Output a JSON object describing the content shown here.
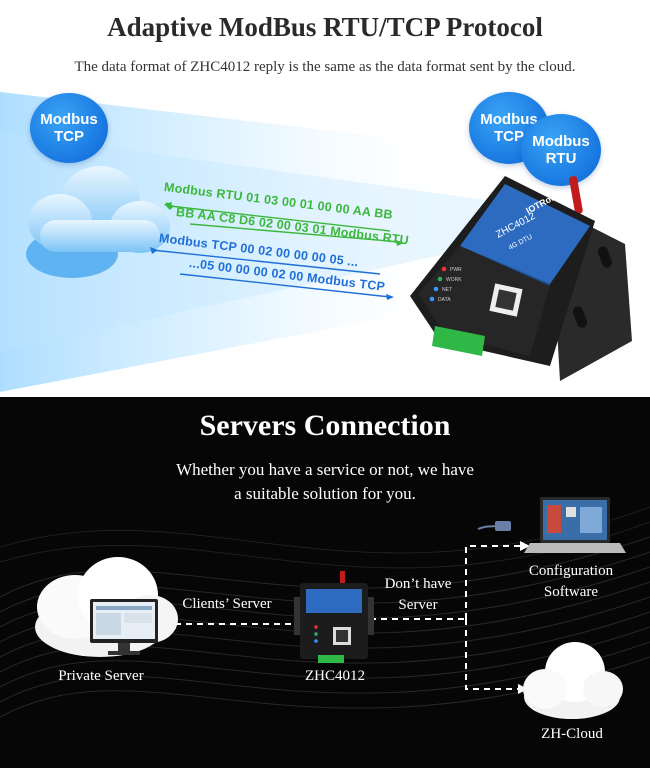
{
  "top": {
    "title": "Adaptive ModBus RTU/TCP Protocol",
    "subtitle": "The data format of ZHC4012 reply is the same as the data format sent by the cloud.",
    "bubble_left": {
      "line1": "Modbus",
      "line2": "TCP"
    },
    "bubble_right_a": {
      "line1": "Modbus",
      "line2": "TCP"
    },
    "bubble_right_b": {
      "line1": "Modbus",
      "line2": "RTU"
    },
    "rtu_send": "Modbus RTU 01 03 00 01 00 00 AA BB",
    "rtu_reply": "BB AA C8  D6 02 00 03 01 Modbus RTU",
    "tcp_send": "Modbus TCP 00 02 00 00 00 05 ...",
    "tcp_reply": "...05 00 00 00 02 00 Modbus TCP",
    "device": {
      "brand": "IOTRouter",
      "model": "ZHC4012",
      "type": "4G DTU",
      "leds": [
        "PWR",
        "WORK",
        "NET",
        "DATA"
      ]
    }
  },
  "bottom": {
    "title": "Servers Connection",
    "subtitle_line1": "Whether you have a service or not, we have",
    "subtitle_line2": "a suitable solution for you.",
    "private_server": "Private Server",
    "clients_server": "Clients’ Server",
    "device_label": "ZHC4012",
    "dont_have_line1": "Don’t have",
    "dont_have_line2": "Server",
    "config_line1": "Configuration",
    "config_line2": "Software",
    "cloud": "ZH-Cloud"
  },
  "colors": {
    "accent_blue": "#1877e0",
    "green_text": "#3bb83b",
    "blue_text": "#1f6fd8",
    "dark_bg": "#060606"
  }
}
